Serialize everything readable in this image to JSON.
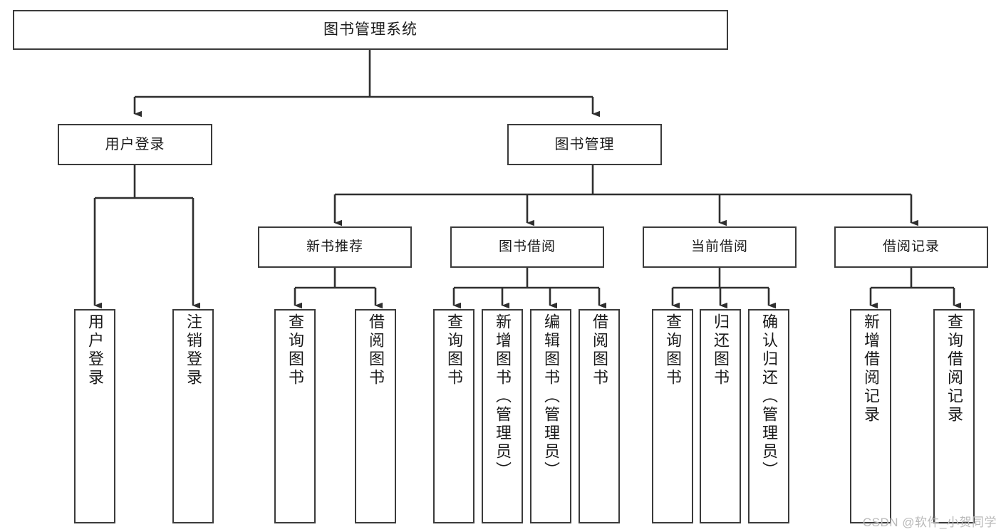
{
  "diagram": {
    "title": "图书管理系统",
    "type": "tree-hierarchy",
    "orientation": "top-down",
    "colors": {
      "box_border": "#3b3b3b",
      "box_fill": "#ffffff",
      "connector": "#2f2f2f",
      "text": "#1a1a1a",
      "watermark": "#b9b9b9",
      "background": "#ffffff"
    }
  },
  "root": {
    "label": "图书管理系统"
  },
  "level2": [
    {
      "id": "user-login",
      "label": "用户登录"
    },
    {
      "id": "book-manage",
      "label": "图书管理"
    }
  ],
  "level3": [
    {
      "id": "new-book-recommend",
      "label": "新书推荐"
    },
    {
      "id": "book-borrow",
      "label": "图书借阅"
    },
    {
      "id": "current-borrow",
      "label": "当前借阅"
    },
    {
      "id": "borrow-record",
      "label": "借阅记录"
    }
  ],
  "leaves": {
    "user_login": [
      {
        "id": "leaf-user-login",
        "label": "用户登录"
      },
      {
        "id": "leaf-logout-login",
        "label": "注销登录"
      }
    ],
    "new_book_recommend": [
      {
        "id": "leaf-query-book-1",
        "label": "查询图书"
      },
      {
        "id": "leaf-borrow-book-1",
        "label": "借阅图书"
      }
    ],
    "book_borrow": [
      {
        "id": "leaf-query-book-2",
        "label": "查询图书"
      },
      {
        "id": "leaf-add-book",
        "label": "新增图书（管理员）"
      },
      {
        "id": "leaf-edit-book",
        "label": "编辑图书（管理员）"
      },
      {
        "id": "leaf-borrow-book-2",
        "label": "借阅图书"
      }
    ],
    "current_borrow": [
      {
        "id": "leaf-query-book-3",
        "label": "查询图书"
      },
      {
        "id": "leaf-return-book",
        "label": "归还图书"
      },
      {
        "id": "leaf-confirm-return",
        "label": "确认归还（管理员）"
      }
    ],
    "borrow_record": [
      {
        "id": "leaf-add-record",
        "label": "新增借阅记录"
      },
      {
        "id": "leaf-query-record",
        "label": "查询借阅记录"
      }
    ]
  },
  "watermark": {
    "text": "CSDN @软件_小贺同学"
  }
}
